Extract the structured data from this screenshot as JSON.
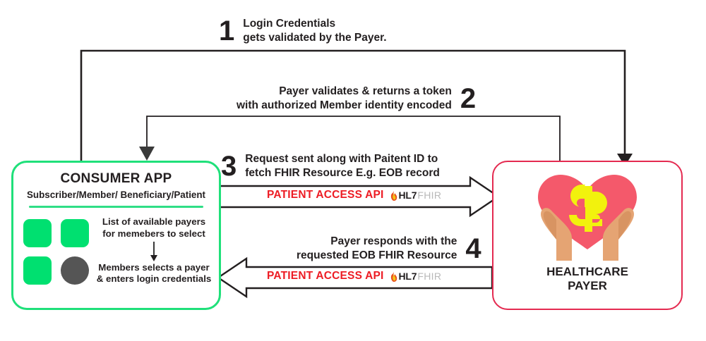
{
  "diagram": {
    "title": "Patient Access API flow between Consumer App and Healthcare Payer",
    "colors": {
      "consumer_border": "#1FE07A",
      "payer_border": "#E42A50",
      "api_text": "#ED1C24",
      "tile_green": "#00E070",
      "tile_gray": "#555555",
      "heart": "#F2586B",
      "dollar": "#F2F20D",
      "hand": "#E0A071"
    }
  },
  "steps": [
    {
      "number": "1",
      "line1": "Login Credentials",
      "line2": "gets validated by the Payer.",
      "align": "left"
    },
    {
      "number": "2",
      "line1": "Payer validates & returns a token",
      "line2": "with authorized Member identity encoded",
      "align": "right"
    },
    {
      "number": "3",
      "line1": "Request sent along with Paitent ID to",
      "line2": "fetch FHIR Resource E.g. EOB record",
      "align": "left"
    },
    {
      "number": "4",
      "line1": "Payer responds with the",
      "line2": "requested EOB FHIR Resource",
      "align": "right"
    }
  ],
  "api_bands": [
    {
      "direction": "right",
      "label": "PATIENT ACCESS API",
      "logo_primary": "HL7",
      "logo_secondary": "FHIR"
    },
    {
      "direction": "left",
      "label": "PATIENT ACCESS API",
      "logo_primary": "HL7",
      "logo_secondary": "FHIR"
    }
  ],
  "consumer_app": {
    "title": "CONSUMER APP",
    "subtitle": "Subscriber/Member/ Beneficiary/Patient",
    "note_top_line1": "List of available payers",
    "note_top_line2": "for memebers to select",
    "note_bottom_line1": "Members selects a payer",
    "note_bottom_line2": "& enters login credentials",
    "tiles": [
      "green",
      "green",
      "green",
      "gray"
    ]
  },
  "payer": {
    "label_line1": "HEALTHCARE",
    "label_line2": "PAYER",
    "icon": "hands-holding-heart-with-dollar"
  }
}
